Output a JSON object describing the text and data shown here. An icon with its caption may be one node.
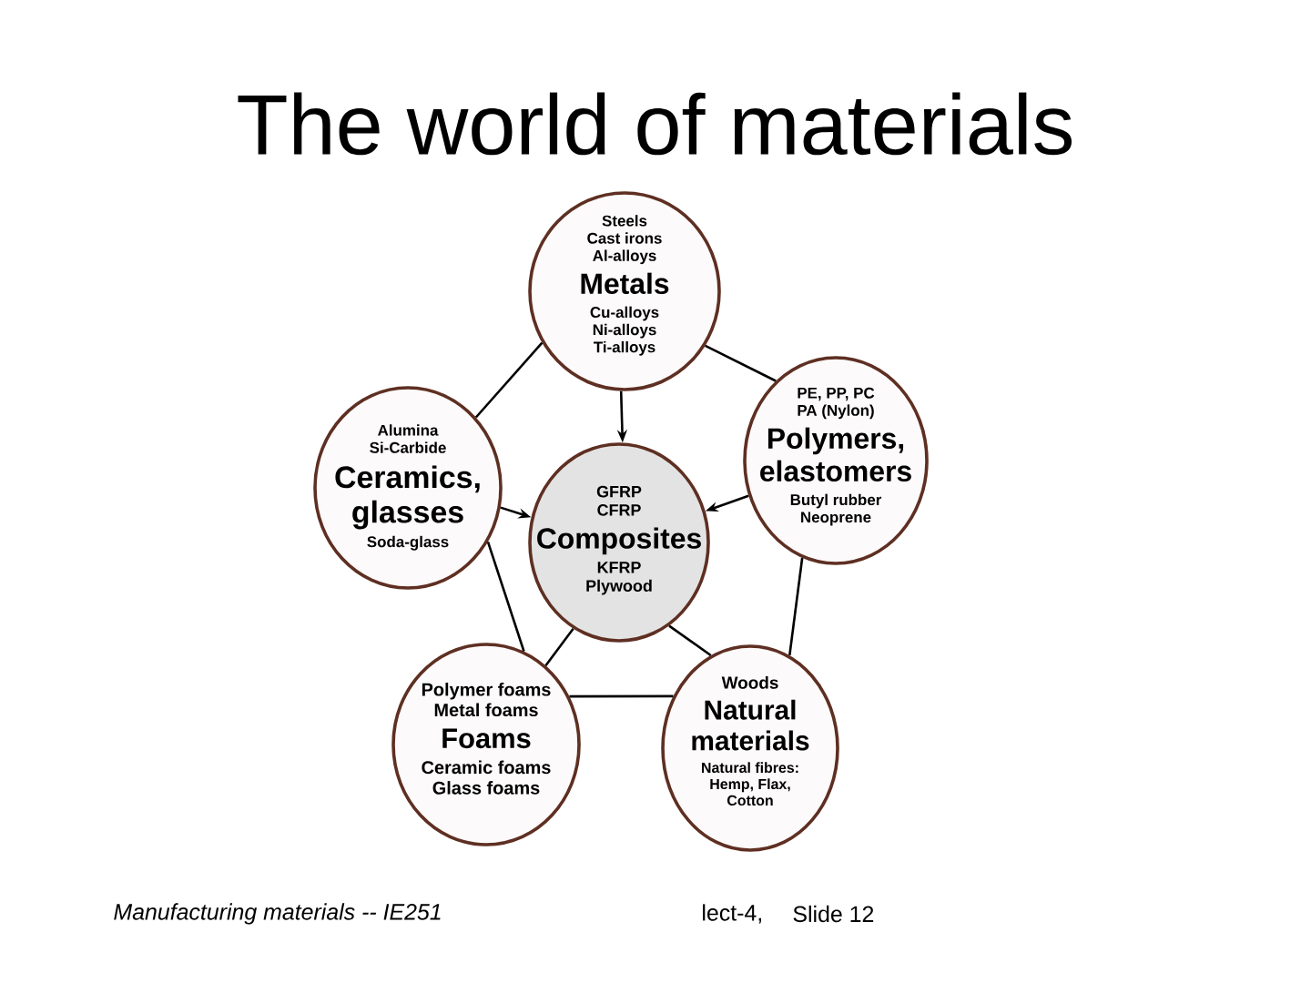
{
  "diagram": {
    "title": "The world of materials",
    "nodes": [
      {
        "text": [
          "Steels",
          "Cast irons",
          "Al-alloys",
          "Metals",
          "Cu-alloys",
          "Ni-alloys",
          "Ti-alloys"
        ]
      },
      {
        "text": [
          "Alumina",
          "Si-Carbide",
          "Ceramics, glasses",
          "Soda-glass"
        ]
      },
      {
        "text": [
          "PE, PP, PC",
          "PA (Nylon)",
          "Polymers, elastomers",
          "Butyl rubber",
          "Neoprene"
        ]
      },
      {
        "text": [
          "GFRP",
          "CFRP",
          "Composites",
          "KFRP",
          "Plywood"
        ]
      },
      {
        "text": [
          "Polymer foams",
          "Metal foams",
          "Foams",
          "Ceramic foams",
          "Glass foams"
        ]
      },
      {
        "text": [
          "Woods",
          "Natural materials",
          "Natural fibres: Hemp, Flax, Cotton"
        ]
      }
    ],
    "edges": [
      {
        "from": 0,
        "to": 3,
        "arrow": "to"
      },
      {
        "from": 1,
        "to": 3,
        "arrow": "to"
      },
      {
        "from": 2,
        "to": 3,
        "arrow": "to"
      },
      {
        "from": 0,
        "to": 1,
        "arrow": "none"
      },
      {
        "from": 0,
        "to": 2,
        "arrow": "none"
      },
      {
        "from": 1,
        "to": 4,
        "arrow": "none"
      },
      {
        "from": 2,
        "to": 5,
        "arrow": "none"
      },
      {
        "from": 3,
        "to": 4,
        "arrow": "none"
      },
      {
        "from": 3,
        "to": 5,
        "arrow": "none"
      },
      {
        "from": 4,
        "to": 5,
        "arrow": "none"
      }
    ],
    "labels": [
      "Manufacturing materials -- IE251",
      "lect-4,",
      "Slide 12"
    ]
  }
}
